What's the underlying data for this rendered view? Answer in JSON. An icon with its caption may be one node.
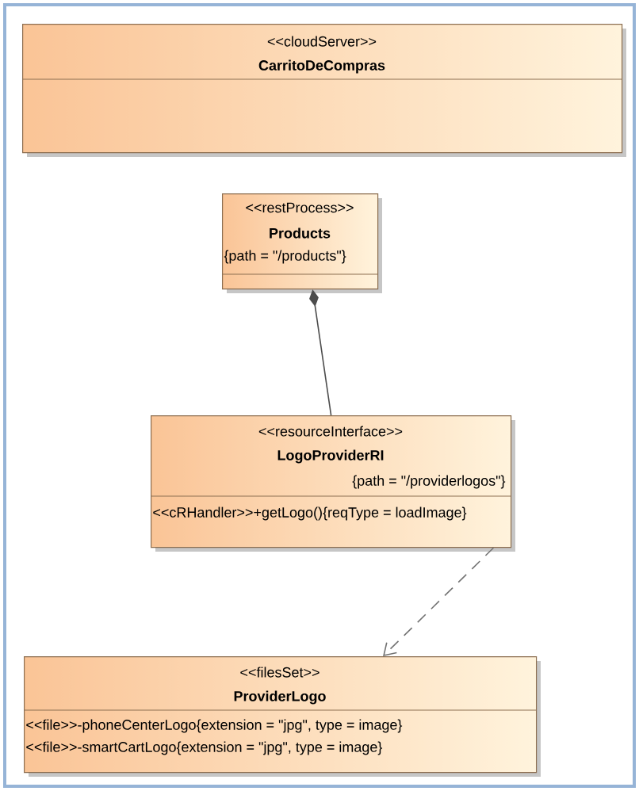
{
  "diagram": {
    "nodes": [
      {
        "text": [
          "<<cloudServer>>",
          "CarritoDeCompras"
        ]
      },
      {
        "text": [
          "<<restProcess>>",
          "Products",
          "{path = \"/products\"}"
        ]
      },
      {
        "text": [
          "<<resourceInterface>>",
          "LogoProviderRI",
          "{path = \"/providerlogos\"}",
          "<<cRHandler>>+getLogo(){reqType = loadImage}"
        ]
      },
      {
        "text": [
          "<<filesSet>>",
          "ProviderLogo",
          "<<file>>-phoneCenterLogo{extension = \"jpg\", type = image}",
          "<<file>>-smartCartLogo{extension = \"jpg\", type = image}"
        ]
      }
    ],
    "edges": [
      {
        "from": 1,
        "to": 2,
        "arrow": "other"
      },
      {
        "from": 2,
        "to": 3,
        "arrow": "to",
        "style": "dashed"
      }
    ]
  }
}
